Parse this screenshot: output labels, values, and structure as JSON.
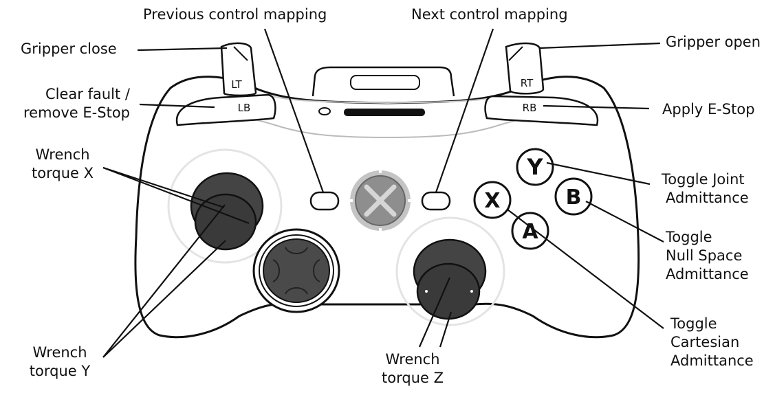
{
  "labels": {
    "previous_mapping": "Previous control mapping",
    "next_mapping": "Next control mapping",
    "gripper_close": "Gripper close",
    "gripper_open": "Gripper open",
    "clear_fault": [
      "Clear fault /",
      "remove E-Stop"
    ],
    "apply_estop": "Apply E-Stop",
    "wrench_torque_x": [
      "Wrench",
      "torque X"
    ],
    "wrench_torque_y": [
      "Wrench",
      "torque Y"
    ],
    "wrench_torque_z": [
      "Wrench",
      "torque Z"
    ],
    "toggle_joint": [
      "Toggle Joint",
      "Admittance"
    ],
    "toggle_null_space": [
      "Toggle",
      "Null Space",
      "Admittance"
    ],
    "toggle_cartesian": [
      "Toggle",
      "Cartesian",
      "Admittance"
    ]
  },
  "controller": {
    "lt": "LT",
    "rt": "RT",
    "lb": "LB",
    "rb": "RB",
    "buttons": {
      "y": "Y",
      "b": "B",
      "x": "X",
      "a": "A"
    }
  }
}
